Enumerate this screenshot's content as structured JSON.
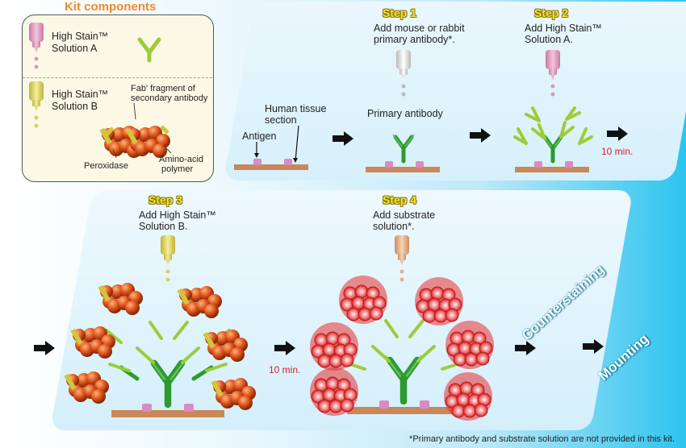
{
  "kit": {
    "title": "Kit components",
    "solution_a": "High Stain™",
    "solution_a_line2": "Solution A",
    "solution_b": "High Stain™",
    "solution_b_line2": "Solution B",
    "fab_line1": "Fab' fragment of",
    "fab_line2": "secondary antibody",
    "peroxidase": "Peroxidase",
    "amino_line1": "Amino-acid",
    "amino_line2": "polymer"
  },
  "labels": {
    "tissue_line1": "Human tissue",
    "tissue_line2": "section",
    "antigen": "Antigen",
    "primary_antibody": "Primary antibody"
  },
  "steps": [
    {
      "title": "Step 1",
      "line1": "Add mouse or rabbit",
      "line2": "primary antibody*."
    },
    {
      "title": "Step 2",
      "line1": "Add High Stain™",
      "line2": "Solution A."
    },
    {
      "title": "Step 3",
      "line1": "Add High Stain™",
      "line2": "Solution B."
    },
    {
      "title": "Step 4",
      "line1": "Add substrate",
      "line2": "solution*."
    }
  ],
  "times": {
    "step2": "10 min.",
    "step3": "10 min."
  },
  "final": {
    "counterstaining": "Counterstaining",
    "mounting": "Mounting"
  },
  "footnote": "*Primary antibody and substrate solution are not provided in this kit.",
  "colors": {
    "antibody_dark_green": "#2e9a2e",
    "fab_light_green": "#9ccc3a",
    "peroxidase_orange": "#e0561e",
    "antigen_pink": "#d98bc4",
    "tissue_tan": "#c9875a",
    "bottle_pink": "#e5a0c6",
    "bottle_yellow": "#e8e06a",
    "bottle_peach": "#efb98e",
    "step_yellow": "#f6e23a",
    "time_red": "#d8202a",
    "kit_title_orange": "#f08a2c"
  }
}
